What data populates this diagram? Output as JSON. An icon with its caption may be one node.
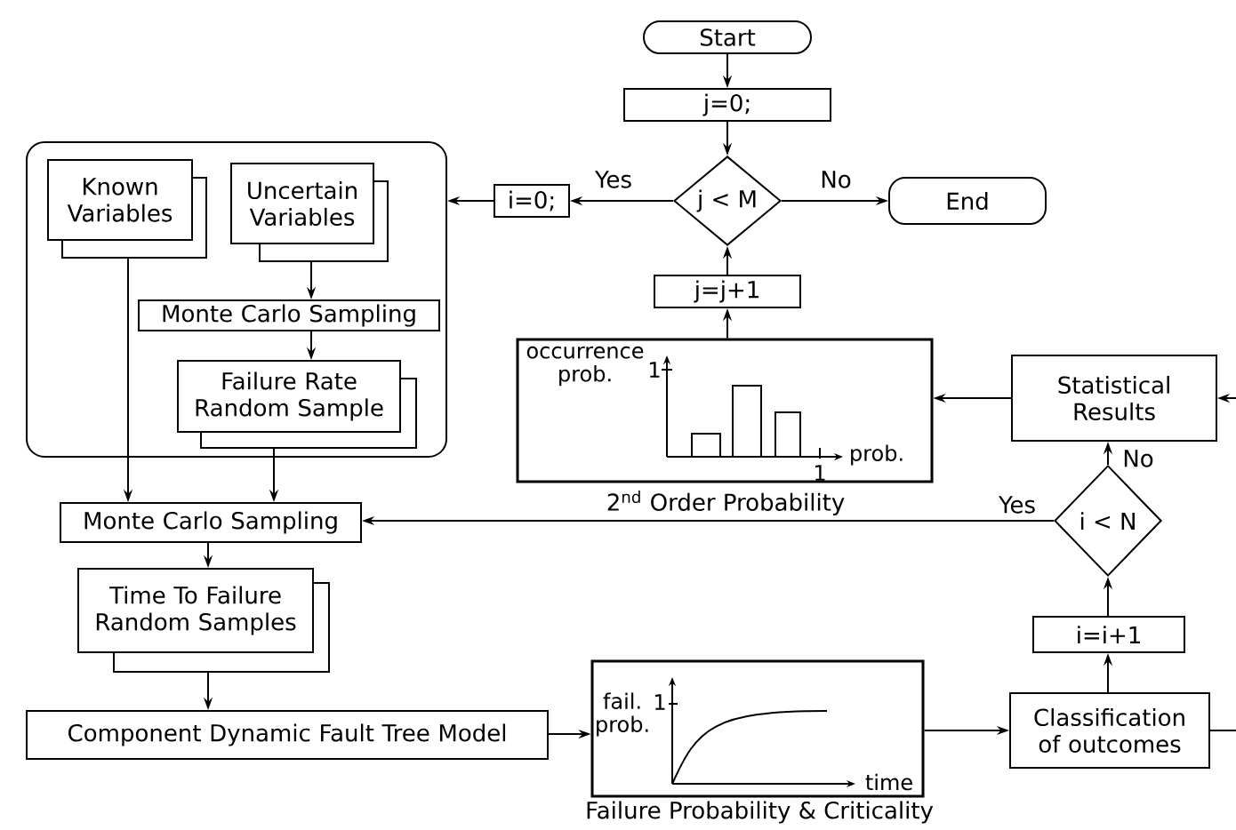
{
  "diagram": {
    "nodes": [
      {
        "text": [
          "Start"
        ]
      },
      {
        "text": [
          "j=0;"
        ]
      },
      {
        "text": [
          "j < M"
        ]
      },
      {
        "text": [
          "i=0;"
        ]
      },
      {
        "text": [
          "End"
        ]
      },
      {
        "text": [
          "j=j+1"
        ]
      },
      {
        "text": [
          "occurrence prob.",
          "1",
          "1",
          "prob."
        ],
        "beside": [
          "2$^{nd}$ Order Probability"
        ]
      },
      {
        "text": [
          "Statistical Results"
        ]
      },
      {
        "text": [
          "i < N"
        ]
      },
      {
        "text": [
          "i=i+1"
        ]
      },
      {
        "text": [
          "Classification of outcomes"
        ]
      },
      {
        "text": [
          "fail. prob.",
          "1",
          "time"
        ],
        "beside": [
          "Failure Probability & Criticality"
        ]
      },
      {
        "text": [
          "Component Dynamic Fault Tree Model"
        ]
      },
      {
        "text": [
          "Time To Failure Random Samples"
        ]
      },
      {
        "text": [
          "Monte Carlo Sampling"
        ]
      },
      {
        "text": [],
        "shape": "box"
      },
      {
        "text": [
          "Known Variables"
        ],
        "in": 15
      },
      {
        "text": [
          "Uncertain Variables"
        ],
        "in": 15
      },
      {
        "text": [
          "Monte Carlo Sampling"
        ],
        "in": 15
      },
      {
        "text": [
          "Failure Rate Random Sample"
        ],
        "in": 15
      }
    ],
    "edges": [
      {
        "from": 0,
        "to": 1,
        "arrow": "to"
      },
      {
        "from": 1,
        "to": 2,
        "arrow": "to"
      },
      {
        "from": 2,
        "to": 3,
        "arrow": "to",
        "label": "Yes"
      },
      {
        "from": 2,
        "to": 4,
        "arrow": "to",
        "label": "No"
      },
      {
        "from": 3,
        "to": 15,
        "arrow": "to"
      },
      {
        "from": 5,
        "to": 2,
        "arrow": "to"
      },
      {
        "from": 6,
        "to": 5,
        "arrow": "to"
      },
      {
        "from": 7,
        "to": 6,
        "arrow": "to"
      },
      {
        "from": 8,
        "to": 7,
        "arrow": "to",
        "label": "No"
      },
      {
        "from": 8,
        "to": 14,
        "arrow": "to",
        "label": "Yes"
      },
      {
        "from": 9,
        "to": 8,
        "arrow": "to"
      },
      {
        "from": 10,
        "to": 9,
        "arrow": "to"
      },
      {
        "from": 11,
        "to": 10,
        "arrow": "to"
      },
      {
        "from": 12,
        "to": 11,
        "arrow": "to"
      },
      {
        "from": 13,
        "to": 12,
        "arrow": "to"
      },
      {
        "from": 14,
        "to": 13,
        "arrow": "to"
      },
      {
        "from": 16,
        "to": 14,
        "arrow": "to"
      },
      {
        "from": 19,
        "to": 14,
        "arrow": "to"
      },
      {
        "from": 17,
        "to": 18,
        "arrow": "to"
      },
      {
        "from": 18,
        "to": 19,
        "arrow": "to"
      },
      {
        "from": 10,
        "to": null,
        "arrow": "none"
      },
      {
        "from": null,
        "to": 7,
        "arrow": "to"
      }
    ]
  }
}
